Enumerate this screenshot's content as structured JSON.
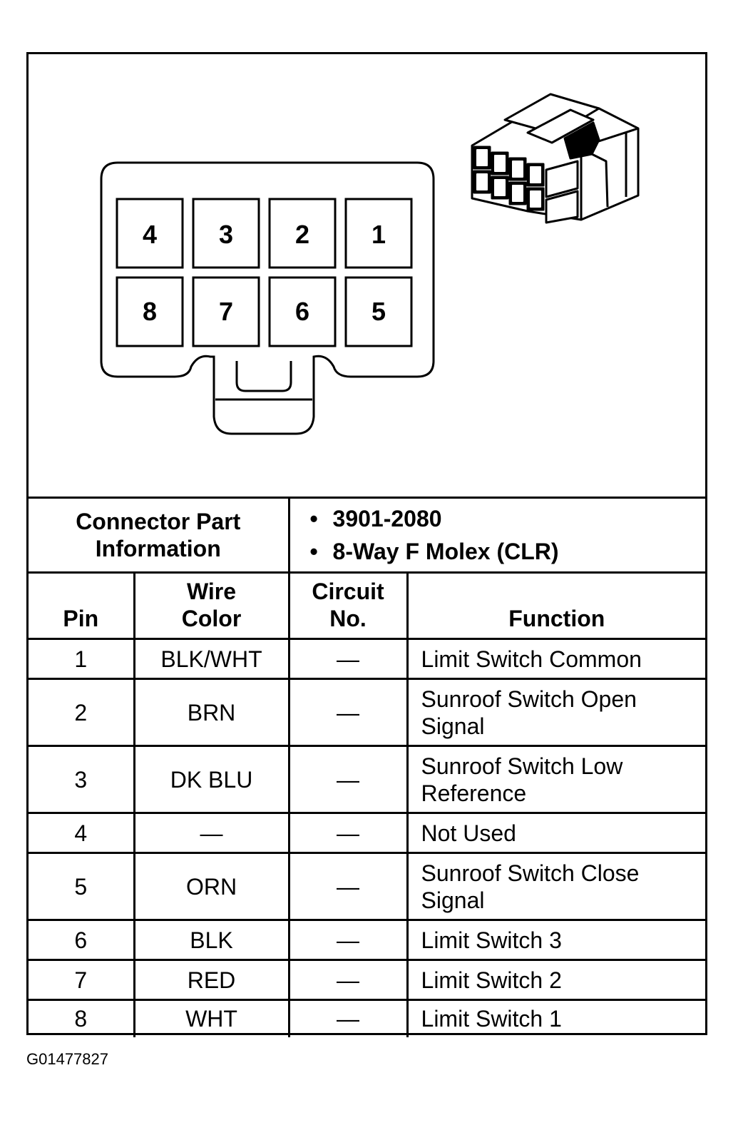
{
  "connector": {
    "pins_top": [
      "4",
      "3",
      "2",
      "1"
    ],
    "pins_bottom": [
      "8",
      "7",
      "6",
      "5"
    ]
  },
  "part_info": {
    "label_line1": "Connector Part",
    "label_line2": "Information",
    "items": [
      "3901-2080",
      "8-Way F Molex (CLR)"
    ]
  },
  "table": {
    "headers": {
      "pin": "Pin",
      "wire_color_line1": "Wire",
      "wire_color_line2": "Color",
      "circuit_line1": "Circuit",
      "circuit_line2": "No.",
      "function": "Function"
    },
    "rows": [
      {
        "pin": "1",
        "wire": "BLK/WHT",
        "circuit": "—",
        "func1": "Limit Switch Common",
        "func2": ""
      },
      {
        "pin": "2",
        "wire": "BRN",
        "circuit": "—",
        "func1": "Sunroof Switch Open",
        "func2": "Signal"
      },
      {
        "pin": "3",
        "wire": "DK BLU",
        "circuit": "—",
        "func1": "Sunroof Switch Low",
        "func2": "Reference"
      },
      {
        "pin": "4",
        "wire": "—",
        "circuit": "—",
        "func1": "Not Used",
        "func2": ""
      },
      {
        "pin": "5",
        "wire": "ORN",
        "circuit": "—",
        "func1": "Sunroof Switch Close",
        "func2": "Signal"
      },
      {
        "pin": "6",
        "wire": "BLK",
        "circuit": "—",
        "func1": "Limit Switch 3",
        "func2": ""
      },
      {
        "pin": "7",
        "wire": "RED",
        "circuit": "—",
        "func1": "Limit Switch 2",
        "func2": ""
      },
      {
        "pin": "8",
        "wire": "WHT",
        "circuit": "—",
        "func1": "Limit Switch 1",
        "func2": ""
      }
    ]
  },
  "footer": {
    "figure_id": "G01477827"
  }
}
